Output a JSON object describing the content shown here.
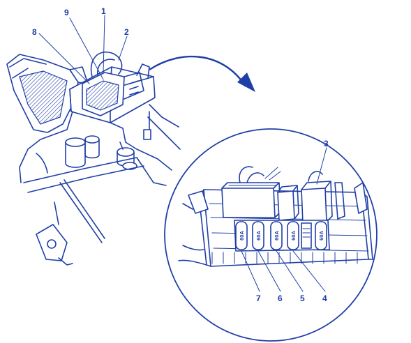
{
  "callouts": {
    "c1": "1",
    "c2": "2",
    "c3": "3",
    "c4": "4",
    "c5": "5",
    "c6": "6",
    "c7": "7",
    "c8": "8",
    "c9": "9"
  },
  "fuses": [
    {
      "label": "60A"
    },
    {
      "label": "60A"
    },
    {
      "label": "60A"
    },
    {
      "label": "60A"
    },
    {
      "label": "60A"
    }
  ],
  "colors": {
    "line": "#1f3fa6",
    "background": "#ffffff"
  }
}
